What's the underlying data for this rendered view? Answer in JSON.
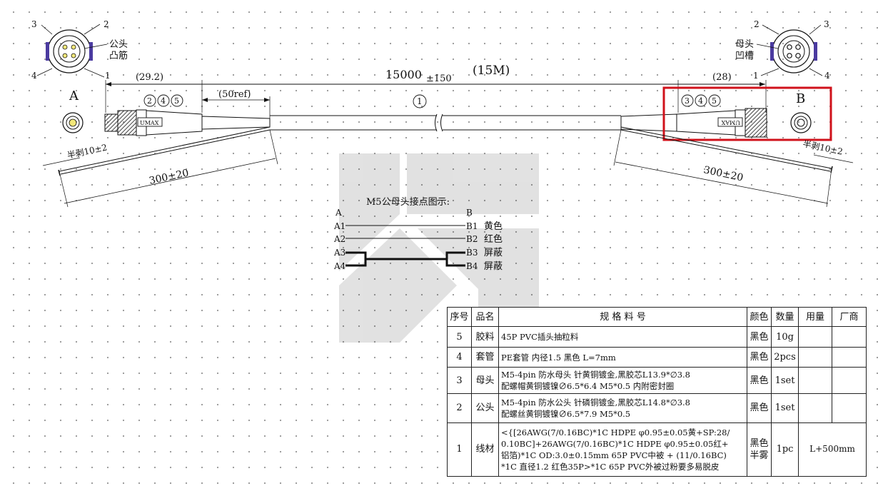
{
  "drawing": {
    "side_a": {
      "label": "A",
      "connector_face": {
        "pins": [
          "3",
          "2",
          "4",
          "1"
        ],
        "type_line1": "公头",
        "type_line2": "凸筋"
      },
      "body_length": "(29.2)",
      "part_refs": [
        "2",
        "4",
        "5"
      ],
      "ref_length": "(50ref)",
      "marking": "UMAX",
      "strip": "半剥10±2",
      "lead_length": "300±20"
    },
    "side_b": {
      "label": "B",
      "connector_face": {
        "pins": [
          "2",
          "3",
          "1",
          "4"
        ],
        "type_line1": "母头",
        "type_line2": "凹槽"
      },
      "body_length": "(28)",
      "part_refs": [
        "3",
        "4",
        "5"
      ],
      "marking": "UMAX",
      "strip": "半剥10±2",
      "lead_length": "300±20"
    },
    "cable": {
      "length": "15000",
      "tolerance": "±150",
      "length_m": "(15M)",
      "part_ref": "1"
    },
    "highlight_color": "#d0121b"
  },
  "pinout": {
    "title": "M5公母头接点图示:",
    "end_a": "A",
    "end_b": "B",
    "rows": [
      {
        "a": "A1",
        "b": "B1",
        "color": "黄色"
      },
      {
        "a": "A2",
        "b": "B2",
        "color": "红色"
      },
      {
        "a": "A3",
        "b": "B3",
        "color": "屏蔽"
      },
      {
        "a": "A4",
        "b": "B4",
        "color": "屏蔽"
      }
    ]
  },
  "bom": {
    "headers": {
      "no": "序号",
      "name": "品名",
      "spec": "规 格 料 号",
      "color": "颜色",
      "qty": "数量",
      "usage": "用量",
      "vendor": "厂商"
    },
    "rows": [
      {
        "no": "5",
        "name": "胶料",
        "spec": [
          "45P PVC插头抽粒料"
        ],
        "color": "黑色",
        "qty": "10g",
        "usage": ""
      },
      {
        "no": "4",
        "name": "套管",
        "spec": [
          "PE套管 内径1.5 黑色  L=7mm"
        ],
        "color": "黑色",
        "qty": "2pcs",
        "usage": ""
      },
      {
        "no": "3",
        "name": "母头",
        "spec": [
          "M5-4pin 防水母头 针黄铜镀金,黑胶芯L13.9*∅3.8",
          " 配螺帽黄铜镀镍∅6.5*6.4 M5*0.5 内附密封圈"
        ],
        "color": "黑色",
        "qty": "1set",
        "usage": ""
      },
      {
        "no": "2",
        "name": "公头",
        "spec": [
          "M5-4pin 防水公头 针磷铜镀金,黑胶芯L14.8*∅3.8",
          " 配螺丝黄铜镀镍∅6.5*7.9 M5*0.5"
        ],
        "color": "黑色",
        "qty": "1set",
        "usage": ""
      },
      {
        "no": "1",
        "name": "线材",
        "spec": [
          "<{[26AWG(7/0.16BC)*1C HDPE φ0.95±0.05黄+SP:28/",
          "0.10BC]+26AWG(7/0.16BC)*1C HDPE  φ0.95±0.05红+",
          "铝箔)*1C OD:3.0±0.15mm 65P PVC中被 + (11/0.16BC)",
          "*1C 直径1.2 红色35P>*1C 65P PVC外被过粉要多易脱皮"
        ],
        "color": "黑色半雾",
        "qty": "1pc",
        "usage": "L+500mm"
      }
    ]
  }
}
